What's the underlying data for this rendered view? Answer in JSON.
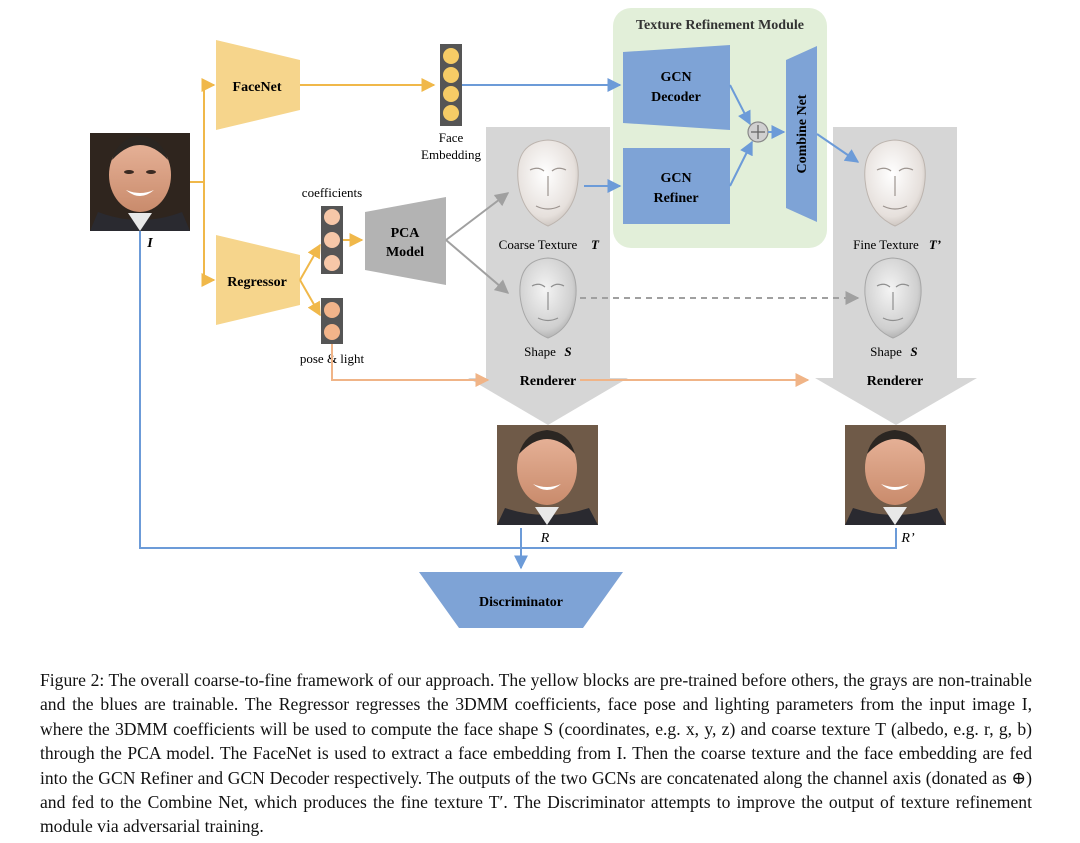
{
  "figure": {
    "input_label": "I",
    "facenet_label": "FaceNet",
    "regressor_label": "Regressor",
    "face_embedding_label_1": "Face",
    "face_embedding_label_2": "Embedding",
    "coefficients_label": "coefficients",
    "pose_light_label": "pose & light",
    "pca_label_1": "PCA",
    "pca_label_2": "Model",
    "coarse_texture_label": "Coarse Texture",
    "coarse_texture_symbol": "T",
    "shape_label": "Shape",
    "shape_symbol": "S",
    "renderer_label": "Renderer",
    "render_coarse_label": "R",
    "render_fine_label": "R’",
    "module_title": "Texture Refinement Module",
    "gcn_decoder_1": "GCN",
    "gcn_decoder_2": "Decoder",
    "gcn_refiner_1": "GCN",
    "gcn_refiner_2": "Refiner",
    "combine_net_label": "Combine Net",
    "fine_texture_label": "Fine Texture",
    "fine_texture_symbol": "T’",
    "discriminator_label": "Discriminator",
    "concat_symbol": "⊕"
  },
  "colors": {
    "yellow_block": "#f6d58c",
    "gray_block": "#b3b3b3",
    "blue_block": "#7ea3d6",
    "module_bg": "#e2efd9",
    "yellow_arrow": "#f0b84a",
    "blue_arrow": "#6c9bd8",
    "orange_arrow": "#f0b487",
    "gray_column": "#d8d8d8"
  },
  "caption": "Figure 2: The overall coarse-to-fine framework of our approach. The yellow blocks are pre-trained before others, the grays are non-trainable and the blues are trainable. The Regressor regresses the 3DMM coefficients, face pose and lighting parameters from the input image I, where the 3DMM coefficients will be used to compute the face shape S (coordinates, e.g. x, y, z) and coarse texture T (albedo, e.g. r, g, b) through the PCA model. The FaceNet is used to extract a face embedding from I. Then the coarse texture and the face embedding are fed into the GCN Refiner and GCN Decoder respectively. The outputs of the two GCNs are concatenated along the channel axis (donated as ⊕) and fed to the Combine Net, which produces the fine texture T′. The Discriminator attempts to improve the output of texture refinement module via adversarial training."
}
